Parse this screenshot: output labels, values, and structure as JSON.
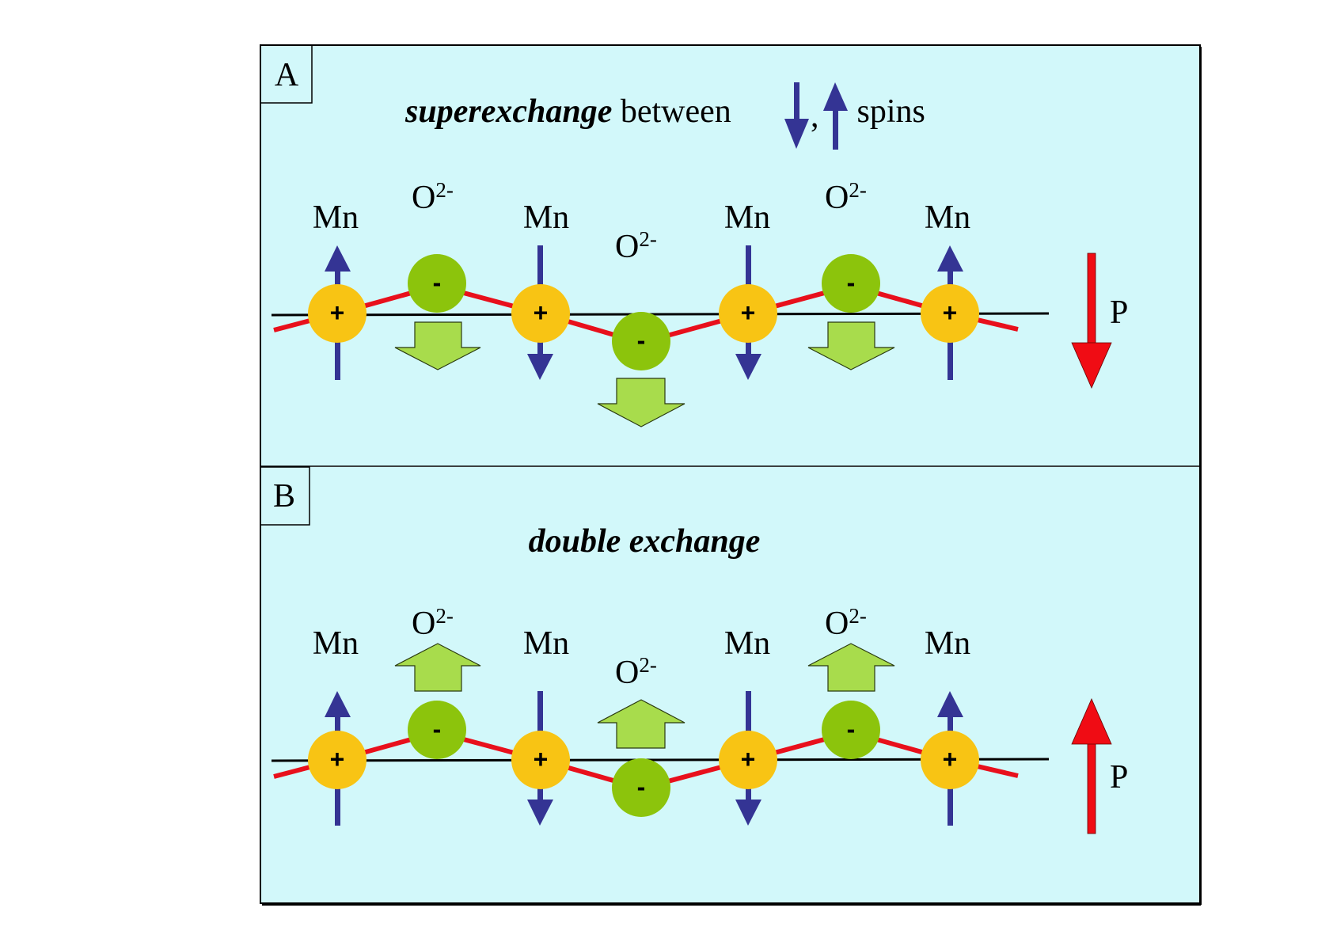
{
  "colors": {
    "panel_bg": "#d2f8fa",
    "panel_border": "#000000",
    "mn_ion": "#f8c414",
    "o_ion": "#8cc40c",
    "bond": "#e8101c",
    "spin_arrow": "#343494",
    "displacement_arrow": "#a8dc4c",
    "polarization_arrow": "#f00c14"
  },
  "icons": {
    "spin_up": "arrow-up-icon",
    "spin_down": "arrow-down-icon",
    "displacement": "block-arrow-icon",
    "polarization": "arrow-icon"
  },
  "panel_a": {
    "label": "A",
    "title_italic": "superexchange",
    "title_mid": " between ",
    "title_comma": ",",
    "title_end": " spins",
    "title_spin_icons": [
      "down",
      "up"
    ],
    "mn_label": "Mn",
    "o_label": "O",
    "o_charge": "2-",
    "mn_sign": "+",
    "o_sign": "-",
    "mn_spins": [
      "up",
      "down",
      "down",
      "up"
    ],
    "o_displacement": "down",
    "polarization_label": "P",
    "polarization_direction": "down"
  },
  "panel_b": {
    "label": "B",
    "title_italic": "double exchange",
    "mn_label": "Mn",
    "o_label": "O",
    "o_charge": "2-",
    "mn_sign": "+",
    "o_sign": "-",
    "mn_spins": [
      "up",
      "down",
      "down",
      "up"
    ],
    "o_displacement": "up",
    "polarization_label": "P",
    "polarization_direction": "up"
  }
}
